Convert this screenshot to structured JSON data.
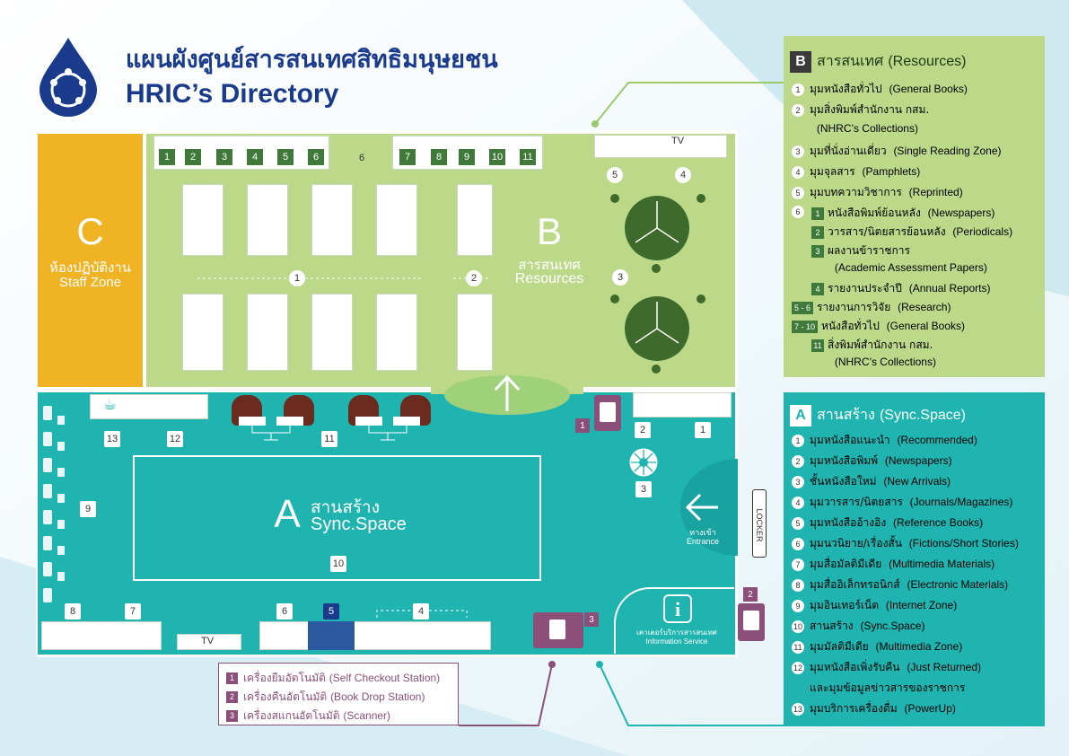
{
  "header": {
    "title_th": "แผนผังศูนย์สารสนเทศสิทธิมนุษยชน",
    "title_en": "HRIC’s Directory"
  },
  "colors": {
    "zone_a": "#1fb4b0",
    "zone_b": "#bcd98a",
    "zone_c": "#f0b323",
    "brand_blue": "#1a3a8c",
    "kiosk": "#8b4f7a",
    "dark_green": "#3f7a3a"
  },
  "zones": {
    "c": {
      "letter": "C",
      "name_th": "ห้องปฏิบัติงาน",
      "name_en": "Staff Zone"
    },
    "b": {
      "letter": "B",
      "name_th": "สารสนเทศ",
      "name_en": "Resources"
    },
    "a": {
      "letter": "A",
      "name_th": "สานสร้าง",
      "name_en": "Sync.Space"
    }
  },
  "map_labels": {
    "b_shelf_numbers": [
      "1",
      "2",
      "3",
      "4",
      "5",
      "6",
      "7",
      "8",
      "9",
      "10",
      "11"
    ],
    "b_periodical_label": "6",
    "b_general_books_label": "1",
    "b_nhrc_label": "2",
    "b_tv": "TV",
    "b_pamphlets_label": "4",
    "b_reprinted_label": "5",
    "b_reading_label": "3",
    "a_labels": {
      "l13": "13",
      "l12": "12",
      "l11": "11",
      "l9": "9",
      "l10": "10",
      "l8": "8",
      "l7": "7",
      "l6": "6",
      "l5": "5",
      "l4": "4",
      "l3": "3",
      "l2": "2",
      "l1": "1"
    },
    "a_tv": "TV",
    "entrance_th": "ทางเข้า",
    "entrance_en": "Entrance",
    "locker": "LOCKER",
    "info_th": "เคาเตอร์บริการสารสนเทศ",
    "info_en": "Information Service",
    "kiosk_1": "1",
    "kiosk_2": "2",
    "kiosk_3": "3"
  },
  "legend_b": {
    "letter": "B",
    "title_th": "สารสนเทศ",
    "title_en": "(Resources)",
    "items": [
      {
        "num": "1",
        "th": "มุมหนังสือทั่วไป",
        "en": "(General Books)"
      },
      {
        "num": "2",
        "th": "มุมสิ่งพิมพ์สำนักงาน กสม.",
        "en": ""
      },
      {
        "num": "",
        "th": "",
        "en": "(NHRC’s Collections)"
      },
      {
        "num": "3",
        "th": "มุมที่นั่งอ่านเดี่ยว",
        "en": "(Single Reading Zone)"
      },
      {
        "num": "4",
        "th": "มุมจุลสาร",
        "en": "(Pamphlets)"
      },
      {
        "num": "5",
        "th": "มุมบทความวิชาการ",
        "en": "(Reprinted)"
      }
    ],
    "sub_items": [
      {
        "num": "1",
        "th": "หนังสือพิมพ์ย้อนหลัง",
        "en": "(Newspapers)"
      },
      {
        "num": "2",
        "th": "วารสาร/นิตยสารย้อนหลัง",
        "en": "(Periodicals)"
      },
      {
        "num": "3",
        "th": "ผลงานข้าราชการ",
        "en": ""
      },
      {
        "num": "",
        "th": "",
        "en": "(Academic Assessment Papers)"
      },
      {
        "num": "4",
        "th": "รายงานประจำปี",
        "en": "(Annual Reports)"
      },
      {
        "num": "5 - 6",
        "th": "รายงานการวิจัย",
        "en": "(Research)"
      },
      {
        "num": "7 - 10",
        "th": "หนังสือทั่วไป",
        "en": "(General Books)"
      },
      {
        "num": "11",
        "th": "สิ่งพิมพ์สำนักงาน กสม.",
        "en": ""
      },
      {
        "num": "",
        "th": "",
        "en": "(NHRC’s Collections)"
      }
    ],
    "sub_parent": "6"
  },
  "legend_a": {
    "letter": "A",
    "title_th": "สานสร้าง",
    "title_en": "(Sync.Space)",
    "items": [
      {
        "num": "1",
        "th": "มุมหนังสือแนะนำ",
        "en": "(Recommended)"
      },
      {
        "num": "2",
        "th": "มุมหนังสือพิมพ์",
        "en": "(Newspapers)"
      },
      {
        "num": "3",
        "th": "ชั้นหนังสือใหม่",
        "en": "(New Arrivals)"
      },
      {
        "num": "4",
        "th": "มุมวารสาร/นิตยสาร",
        "en": "(Journals/Magazines)"
      },
      {
        "num": "5",
        "th": "มุมหนังสืออ้างอิง",
        "en": "(Reference Books)"
      },
      {
        "num": "6",
        "th": "มุมนวนิยาย/เรื่องสั้น",
        "en": "(Fictions/Short Stories)"
      },
      {
        "num": "7",
        "th": "มุมสื่อมัลติมีเดีย",
        "en": "(Multimedia Materials)"
      },
      {
        "num": "8",
        "th": "มุมสื่ออิเล็กทรอนิกส์",
        "en": "(Electronic Materials)"
      },
      {
        "num": "9",
        "th": "มุมอินเทอร์เน็ต",
        "en": "(Internet Zone)"
      },
      {
        "num": "10",
        "th": "สานสร้าง",
        "en": "(Sync.Space)"
      },
      {
        "num": "11",
        "th": "มุมมัลติมีเดีย",
        "en": "(Multimedia Zone)"
      },
      {
        "num": "12",
        "th": "มุมหนังสือเพิ่งรับคืน",
        "en": "(Just Returned)"
      },
      {
        "num": "",
        "th": "และมุมข้อมูลข่าวสารของราชการ",
        "en": ""
      },
      {
        "num": "13",
        "th": "มุมบริการเครื่องดื่ม",
        "en": "(PowerUp)"
      }
    ]
  },
  "devices": [
    {
      "num": "1",
      "th": "เครื่องยืมอัตโนมัติ",
      "en": "(Self Checkout Station)"
    },
    {
      "num": "2",
      "th": "เครื่องคืนอัตโนมัติ",
      "en": "(Book Drop Station)"
    },
    {
      "num": "3",
      "th": "เครื่องสแกนอัตโนมัติ",
      "en": "(Scanner)"
    }
  ]
}
